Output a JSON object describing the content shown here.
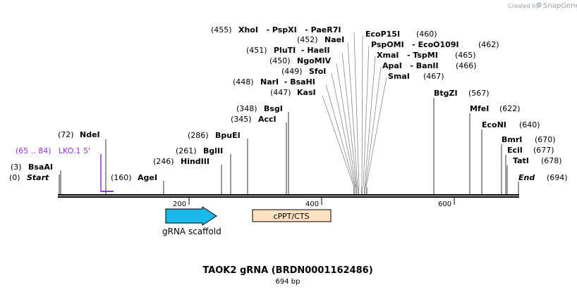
{
  "credit": {
    "prefix": "Created by",
    "brand": "SnapGene"
  },
  "title": "TAOK2 gRNA (BRDN0001162486)",
  "length_label": "694 bp",
  "ticks": [
    "200",
    "400",
    "600"
  ],
  "colors": {
    "primer": "#9b30d9",
    "scaffold_fill": "#19b8e8",
    "cppt_fill": "#fde1c0",
    "leader": "#888888"
  },
  "ends": {
    "start": {
      "pos": "(0)",
      "name": "Start"
    },
    "end": {
      "pos": "(694)",
      "name": "End"
    }
  },
  "sites": [
    {
      "pos": "(3)",
      "name": "BsaAI"
    },
    {
      "pos": "(72)",
      "name": "NdeI"
    },
    {
      "pos": "(160)",
      "name": "AgeI"
    },
    {
      "pos": "(246)",
      "name": "HindIII"
    },
    {
      "pos": "(261)",
      "name": "BglII"
    },
    {
      "pos": "(286)",
      "name": "BpuEI"
    },
    {
      "pos": "(345)",
      "name": "AccI"
    },
    {
      "pos": "(348)",
      "name": "BsgI"
    },
    {
      "pos": "(447)",
      "name": "KasI"
    },
    {
      "pos": "(448)",
      "name": "NarI  - BsaHI"
    },
    {
      "pos": "(449)",
      "name": "SfoI"
    },
    {
      "pos": "(450)",
      "name": "NgoMIV"
    },
    {
      "pos": "(451)",
      "name": "PluTI  - HaeII"
    },
    {
      "pos": "(452)",
      "name": "NaeI"
    },
    {
      "pos": "(455)",
      "name": "XhoI   - PspXI   - PaeR7I"
    },
    {
      "pos": "(460)",
      "name": "EcoP15I"
    },
    {
      "pos": "(462)",
      "name": "PspOMI   - EcoO109I"
    },
    {
      "pos": "(465)",
      "name": "XmaI   - TspMI"
    },
    {
      "pos": "(466)",
      "name": "ApaI   - BanII"
    },
    {
      "pos": "(467)",
      "name": "SmaI"
    },
    {
      "pos": "(567)",
      "name": "BtgZI"
    },
    {
      "pos": "(622)",
      "name": "MfeI"
    },
    {
      "pos": "(640)",
      "name": "EcoNI"
    },
    {
      "pos": "(670)",
      "name": "BmrI"
    },
    {
      "pos": "(677)",
      "name": "EciI"
    },
    {
      "pos": "(678)",
      "name": "TatI"
    }
  ],
  "primer": {
    "range": "(65 .. 84)",
    "name": "LKO.1 5'"
  },
  "features": [
    {
      "name": "gRNA scaffold"
    },
    {
      "name": "cPPT/CTS"
    }
  ]
}
